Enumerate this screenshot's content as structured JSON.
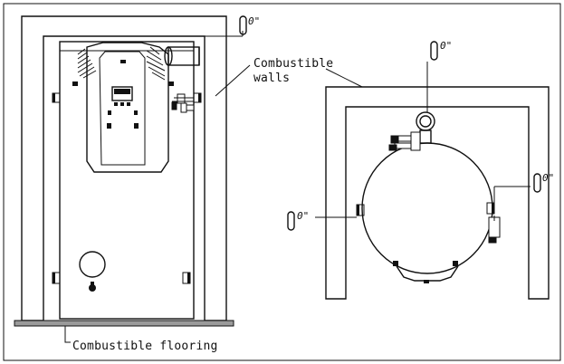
{
  "labels": {
    "walls": [
      "Combustible",
      "walls"
    ],
    "flooring": "Combustible flooring"
  },
  "clearances": {
    "top_left": "0\"",
    "top_right": "0\"",
    "left_side": "0\"",
    "right_side": "0\""
  },
  "colors": {
    "line": "#111111",
    "floor": "#9a9a9a",
    "unit_fill": "#ffffff"
  }
}
